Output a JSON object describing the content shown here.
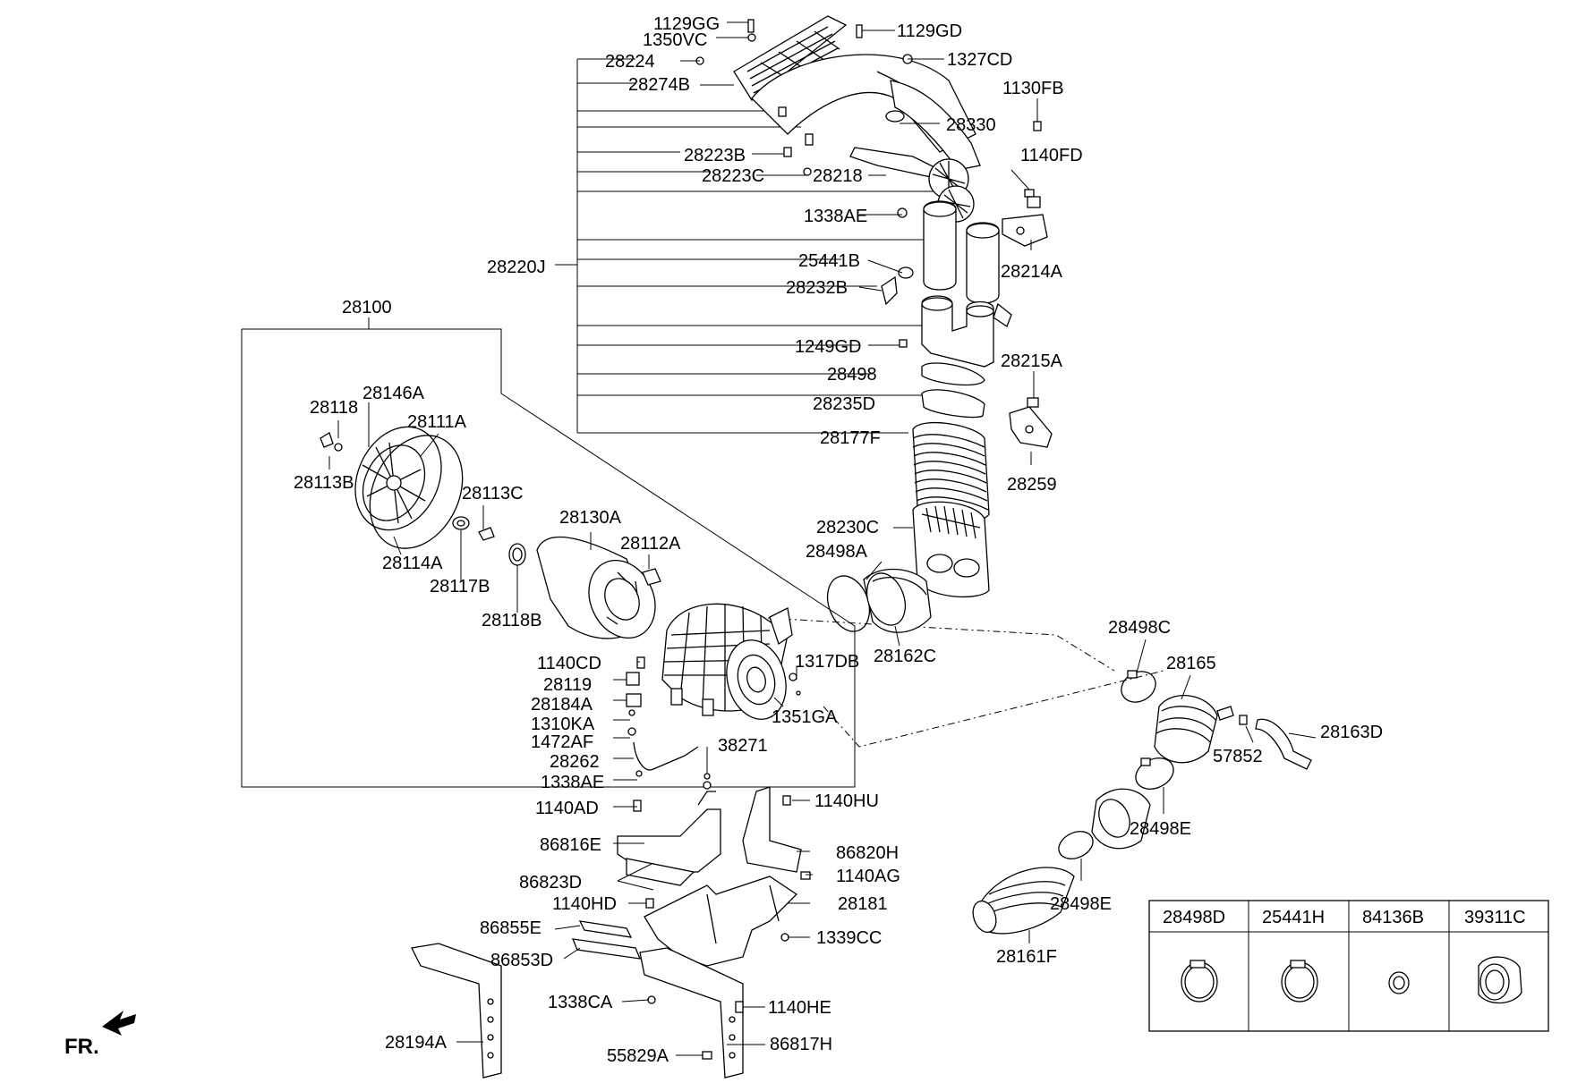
{
  "callouts": [
    "1129GG",
    "1350VC",
    "1129GD",
    "1327CD",
    "28224",
    "28274B",
    "1130FB",
    "28330",
    "28223B",
    "1140FD",
    "28223C",
    "28218",
    "1338AE",
    "28214A",
    "28220J",
    "25441B",
    "28232B",
    "1249GD",
    "28215A",
    "28498",
    "28235D",
    "28177F",
    "28259",
    "28100",
    "28146A",
    "28118",
    "28111A",
    "28113B",
    "28113C",
    "28114A",
    "28117B",
    "28130A",
    "28112A",
    "28118B",
    "28230C",
    "28498A",
    "28162C",
    "28498C",
    "28165",
    "1140CD",
    "1317DB",
    "28119",
    "28184A",
    "1310KA",
    "1351GA",
    "1472AF",
    "38271",
    "28262",
    "1338AE",
    "28163D",
    "57852",
    "1140AD",
    "1140HU",
    "28498E",
    "86816E",
    "86820H",
    "86823D",
    "1140AG",
    "28181",
    "1140HD",
    "28498E",
    "86855E",
    "1339CC",
    "28161F",
    "86853D",
    "1338CA",
    "1140HE",
    "28194A",
    "55829A",
    "86817H"
  ],
  "legend": [
    "28498D",
    "25441H",
    "84136B",
    "39311C"
  ],
  "direction_label": "FR."
}
